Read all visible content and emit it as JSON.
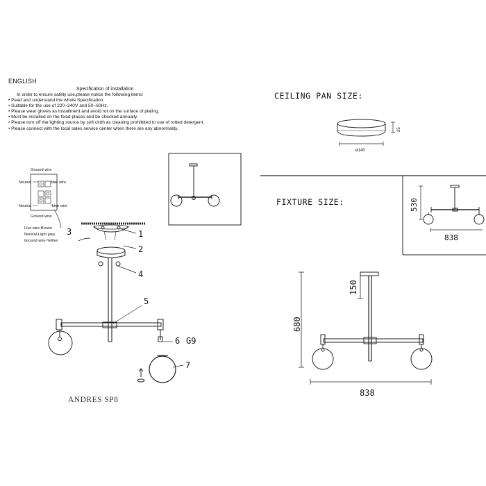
{
  "language": "ENGLISH",
  "spec_title": "Specification of installation",
  "spec_lines": [
    "In order to ensure safety use,please notice the following items:",
    "• Pead and understand the whole Specification.",
    "• Suitable for the use of 220~240V and 50~60Hz.",
    "• Please wear gloves as installment and avoid rot on the surface of plating.",
    "• Must be installed on the fixed places and be checked annually.",
    "• Please turn off the lighting source by soft cloth as cleaning prohibited to use of rotted detergent.",
    "• Please connect with the local sales service center when there are any abnormality."
  ],
  "wiring": {
    "ground_top": "Ground wire",
    "neutral_left": "Neutral",
    "live_right": "Live wire",
    "neutral_left2": "Neutral",
    "live_right2": "Live wire",
    "ground_bottom": "Ground wire",
    "legend_live": "Live wire-Brown",
    "legend_neutral": "Neutral-Light grey",
    "legend_ground": "Ground wire-Yellow"
  },
  "part_numbers": {
    "p1": "1",
    "p2": "2",
    "p3": "3",
    "p4": "4",
    "p5": "5",
    "p6": "6",
    "bulb": "G9",
    "p7": "7"
  },
  "model_name": "ANDRES SP8",
  "ceiling_pan_header": "CEILING PAN SIZE:",
  "ceiling_pan_diameter": "ø140",
  "ceiling_pan_height": "25",
  "fixture_header": "FIXTURE SIZE:",
  "small_dims": {
    "height": "530",
    "width": "838"
  },
  "big_dims": {
    "height": "680",
    "stem": "150",
    "width": "838"
  }
}
